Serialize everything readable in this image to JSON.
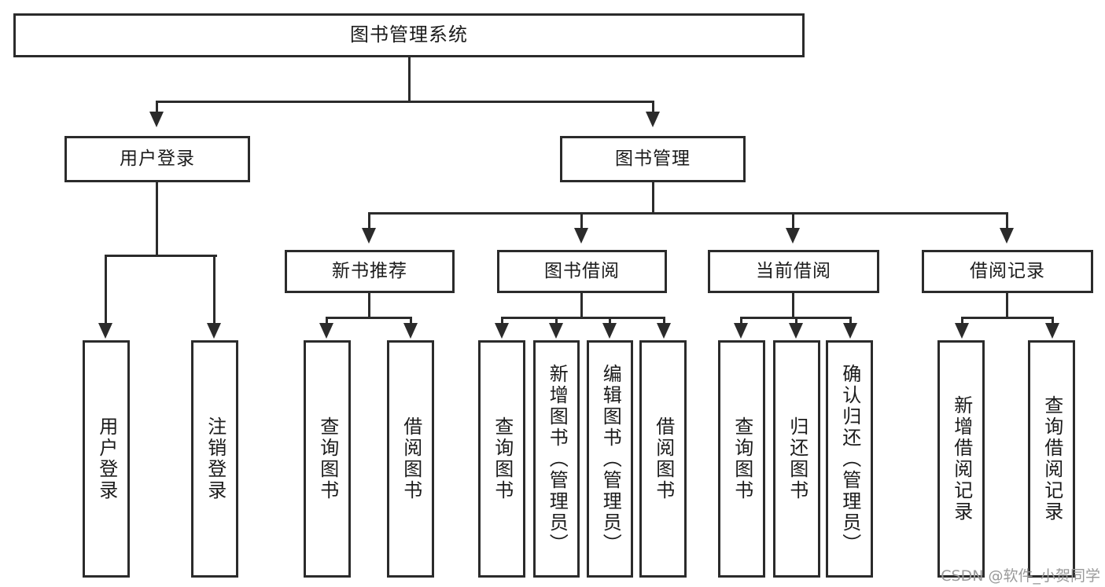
{
  "diagram": {
    "title": "图书管理系统",
    "type": "tree",
    "orientation": "top-down",
    "colors": {
      "stroke": "#2b2b2b",
      "fill": "#ffffff",
      "text": "#1b1b1b",
      "watermark": "#9a9a9a"
    },
    "root": {
      "label": "图书管理系统"
    },
    "level2": [
      {
        "label": "用户登录"
      },
      {
        "label": "图书管理"
      }
    ],
    "level3": [
      {
        "label": "新书推荐"
      },
      {
        "label": "图书借阅"
      },
      {
        "label": "当前借阅"
      },
      {
        "label": "借阅记录"
      }
    ],
    "leaves": {
      "user_login": [
        {
          "label": "用户登录"
        },
        {
          "label": "注销登录"
        }
      ],
      "new_book_recommend": [
        {
          "label": "查询图书"
        },
        {
          "label": "借阅图书"
        }
      ],
      "book_borrow": [
        {
          "label": "查询图书"
        },
        {
          "label": "新增图书（管理员）"
        },
        {
          "label": "编辑图书（管理员）"
        },
        {
          "label": "借阅图书"
        }
      ],
      "current_borrow": [
        {
          "label": "查询图书"
        },
        {
          "label": "归还图书"
        },
        {
          "label": "确认归还（管理员）"
        }
      ],
      "borrow_record": [
        {
          "label": "新增借阅记录"
        },
        {
          "label": "查询借阅记录"
        }
      ]
    }
  },
  "watermark": {
    "text": "CSDN @软件_小贺同学"
  }
}
